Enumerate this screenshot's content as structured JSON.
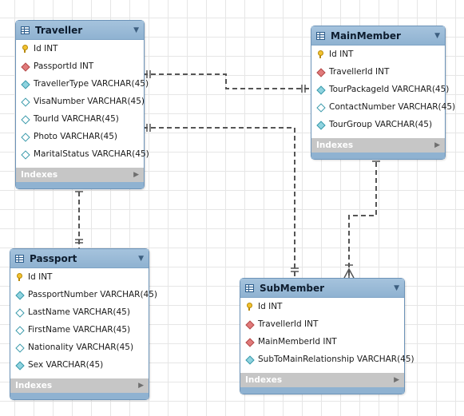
{
  "tables": [
    {
      "key": "traveller",
      "title": "Traveller",
      "indexes_label": "Indexes",
      "columns": [
        {
          "text": "Id INT",
          "kind": "pk"
        },
        {
          "text": "PassportId INT",
          "kind": "fk"
        },
        {
          "text": "TravellerType VARCHAR(45)",
          "kind": "att"
        },
        {
          "text": "VisaNumber VARCHAR(45)",
          "kind": "att-o"
        },
        {
          "text": "TourId VARCHAR(45)",
          "kind": "att-o"
        },
        {
          "text": "Photo VARCHAR(45)",
          "kind": "att-o"
        },
        {
          "text": "MaritalStatus VARCHAR(45)",
          "kind": "att-o"
        }
      ]
    },
    {
      "key": "mainmember",
      "title": "MainMember",
      "indexes_label": "Indexes",
      "columns": [
        {
          "text": "Id INT",
          "kind": "pk"
        },
        {
          "text": "TravellerId INT",
          "kind": "fk"
        },
        {
          "text": "TourPackageId VARCHAR(45)",
          "kind": "att"
        },
        {
          "text": "ContactNumber VARCHAR(45)",
          "kind": "att-o"
        },
        {
          "text": "TourGroup VARCHAR(45)",
          "kind": "att"
        }
      ]
    },
    {
      "key": "passport",
      "title": "Passport",
      "indexes_label": "Indexes",
      "columns": [
        {
          "text": "Id INT",
          "kind": "pk"
        },
        {
          "text": "PassportNumber VARCHAR(45)",
          "kind": "att"
        },
        {
          "text": "LastName VARCHAR(45)",
          "kind": "att-o"
        },
        {
          "text": "FirstName VARCHAR(45)",
          "kind": "att-o"
        },
        {
          "text": "Nationality VARCHAR(45)",
          "kind": "att-o"
        },
        {
          "text": "Sex VARCHAR(45)",
          "kind": "att"
        }
      ]
    },
    {
      "key": "submember",
      "title": "SubMember",
      "indexes_label": "Indexes",
      "columns": [
        {
          "text": "Id INT",
          "kind": "pk"
        },
        {
          "text": "TravellerId INT",
          "kind": "fk"
        },
        {
          "text": "MainMemberId INT",
          "kind": "fk"
        },
        {
          "text": "SubToMainRelationship VARCHAR(45)",
          "kind": "att"
        }
      ]
    }
  ],
  "relationships": [
    {
      "from": "traveller",
      "to": "passport",
      "cardinality": "one-to-one"
    },
    {
      "from": "traveller",
      "to": "mainmember",
      "cardinality": "one-to-one"
    },
    {
      "from": "traveller",
      "to": "submember",
      "cardinality": "one-to-one"
    },
    {
      "from": "mainmember",
      "to": "submember",
      "cardinality": "one-to-many"
    }
  ],
  "colors": {
    "header": "#8fb2d1",
    "border": "#6c93b8",
    "indexes_bar": "#c6c6c6",
    "connector": "#555555"
  }
}
